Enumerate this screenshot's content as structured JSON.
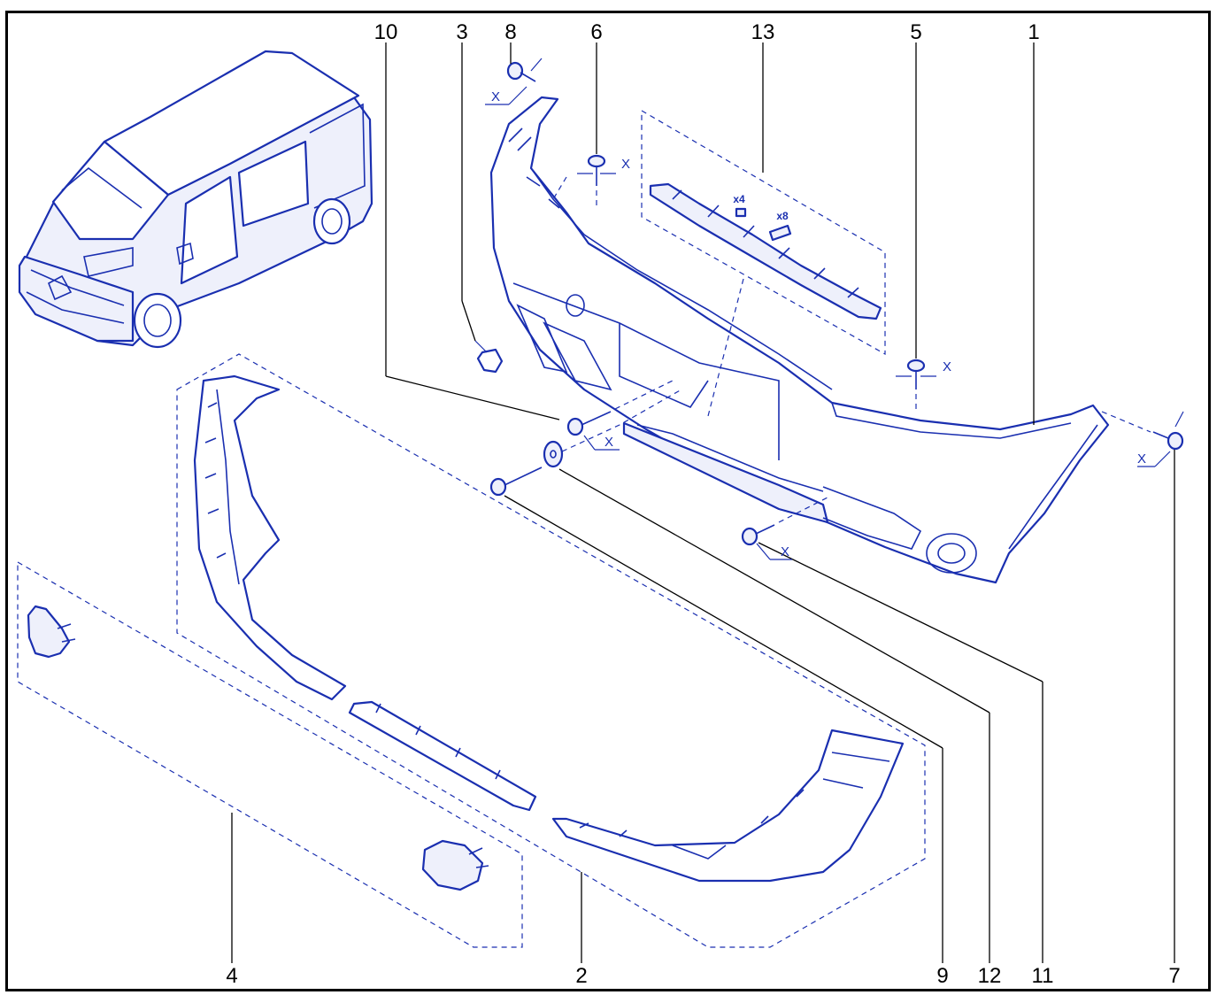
{
  "colors": {
    "line": "#1a2fb0",
    "text": "#000000",
    "fill": "#eef0fb"
  },
  "callouts": {
    "c10": "10",
    "c3": "3",
    "c8": "8",
    "c6": "6",
    "c13": "13",
    "c5": "5",
    "c1": "1",
    "c4": "4",
    "c2": "2",
    "c9": "9",
    "c12": "12",
    "c11": "11",
    "c7": "7"
  },
  "torque_marks": {
    "m8": "X",
    "m6": "X",
    "m5": "X",
    "m7": "X",
    "m10": "X",
    "m11": "X"
  },
  "quantities": {
    "clip_a": "x4",
    "clip_b": "x8"
  }
}
